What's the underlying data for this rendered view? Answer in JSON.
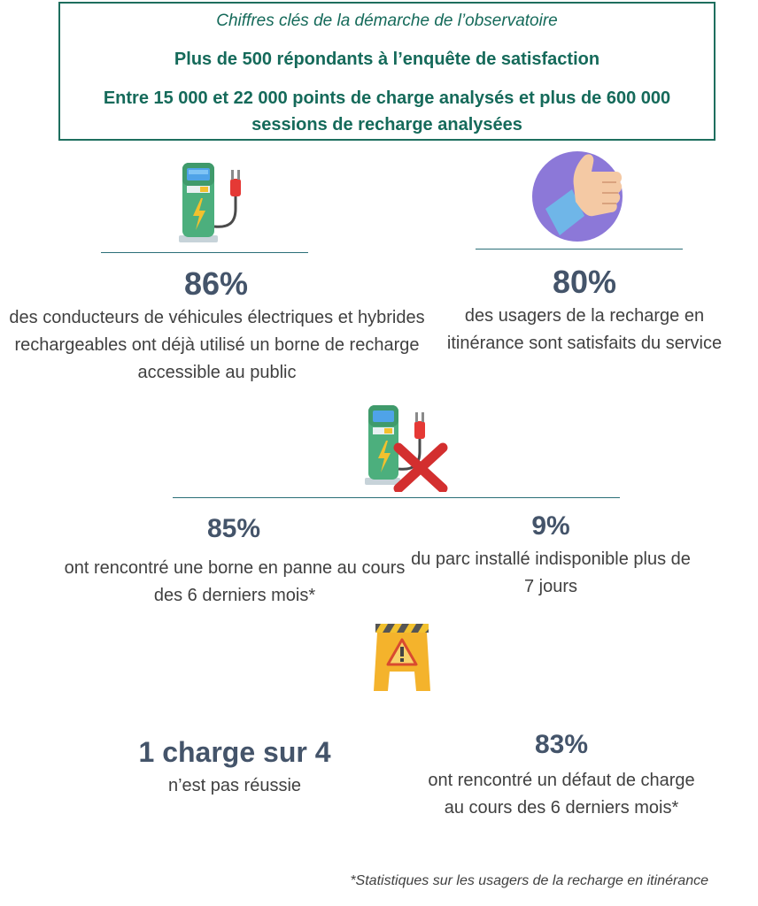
{
  "header": {
    "subtitle": "Chiffres clés de la démarche de l’observatoire",
    "line1": "Plus de 500 répondants à l’enquête de satisfaction",
    "line2": "Entre 15 000 et 22 000 points de charge analysés et plus de 600 000 sessions de recharge analysées"
  },
  "icons": {
    "charger": "charging-station-icon",
    "thumbs_up": "thumbs-up-icon",
    "broken_charger": "broken-charging-station-icon",
    "warning": "warning-sign-icon"
  },
  "stats": {
    "usage": {
      "value": "86%",
      "desc": "des conducteurs de véhicules électriques et hybrides rechargeables ont déjà utilisé un borne de recharge accessible au public"
    },
    "satisfaction": {
      "value": "80%",
      "desc": "des usagers de la recharge en itinérance sont satisfaits du service"
    },
    "breakdown": {
      "value": "85%",
      "desc": "ont rencontré une borne en panne au cours des 6 derniers mois*"
    },
    "unavailable": {
      "value": "9%",
      "desc": "du parc installé indisponible plus de 7 jours"
    },
    "failed": {
      "value": "1 charge sur 4",
      "desc": "n’est pas réussie"
    },
    "defect": {
      "value": "83%",
      "desc": "ont rencontré un défaut de charge au cours des 6 derniers mois*"
    }
  },
  "colors": {
    "accent": "#156a5a",
    "stat_value": "#44546a",
    "body_text": "#404040"
  },
  "footnote": "*Statistiques sur les usagers de la recharge en itinérance"
}
